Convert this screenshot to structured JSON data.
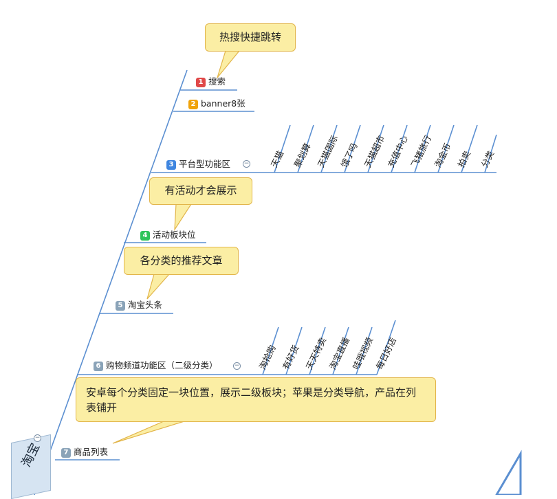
{
  "root": {
    "label": "淘宝"
  },
  "branches": [
    {
      "num": "1",
      "label": "搜索",
      "badge_color": "#e04848"
    },
    {
      "num": "2",
      "label": "banner8张",
      "badge_color": "#f0a30a"
    },
    {
      "num": "3",
      "label": "平台型功能区",
      "badge_color": "#3f86e0",
      "children": [
        "天猫",
        "聚划算",
        "天猫国际",
        "饿了吗",
        "天猫超市",
        "充值中心",
        "飞猪旅行",
        "淘金币",
        "拍卖",
        "分类"
      ]
    },
    {
      "num": "4",
      "label": "活动板块位",
      "badge_color": "#2ec45a"
    },
    {
      "num": "5",
      "label": "淘宝头条",
      "badge_color": "#8aa3b8"
    },
    {
      "num": "6",
      "label": "购物频道功能区（二级分类）",
      "badge_color": "#8aa3b8",
      "children": [
        "淘抢购",
        "有好货",
        "天天特卖",
        "淘宝直播",
        "哇哦视频",
        "每日好店"
      ]
    },
    {
      "num": "7",
      "label": "商品列表",
      "badge_color": "#8aa3b8"
    }
  ],
  "callouts": [
    {
      "text": "热搜快捷跳转"
    },
    {
      "text": "有活动才会展示"
    },
    {
      "text": "各分类的推荐文章"
    },
    {
      "text": "安卓每个分类固定一块位置，展示二级板块；苹果是分类导航，产品在列表铺开"
    }
  ],
  "icons": {
    "collapse": "minus-circle-icon"
  },
  "colors": {
    "line": "#5b8fd1",
    "callout_bg": "#fbeea4",
    "callout_border": "#e2b54a",
    "root_bg": "#d6e4f2"
  }
}
